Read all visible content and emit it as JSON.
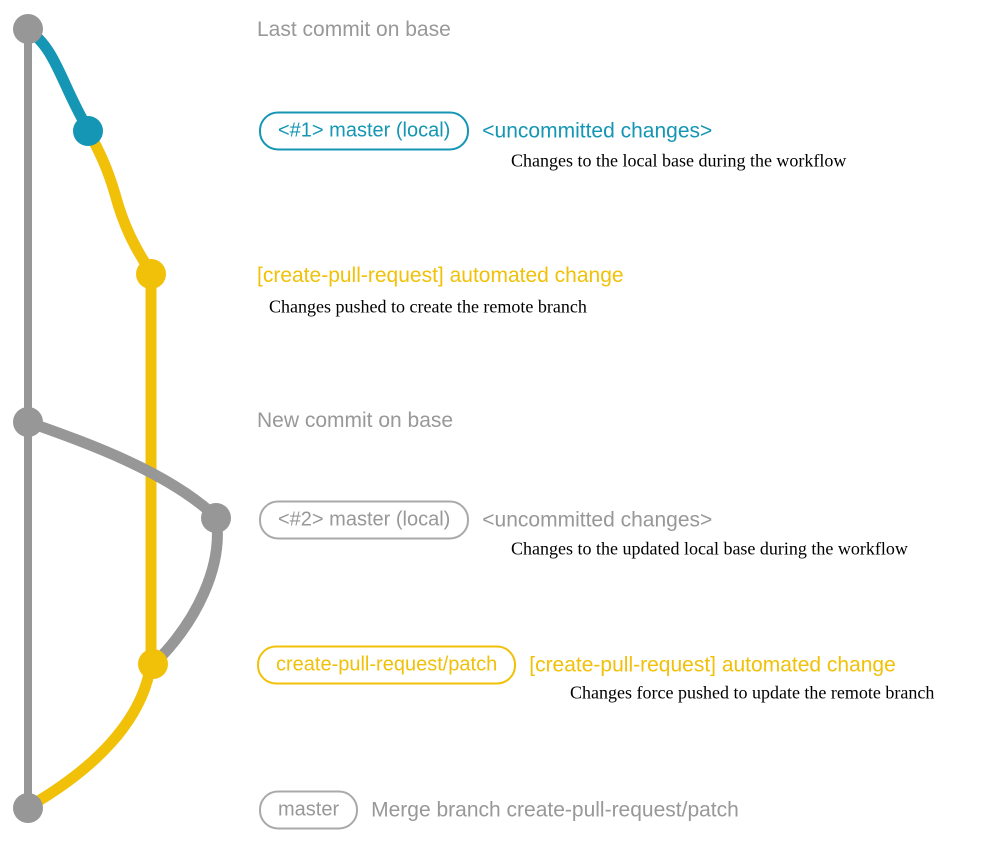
{
  "colors": {
    "gray": "#979797",
    "teal": "#1496b4",
    "yellow": "#f1c109",
    "description_text": "#000000",
    "background": "#ffffff"
  },
  "graph": {
    "description": "git commit graph with base branch (gray), local uncommitted changes (teal/gray) and create-pull-request/patch branch (yellow)",
    "nodes": [
      {
        "order": 1,
        "color_name": "gray",
        "label": "Last commit on base"
      },
      {
        "order": 2,
        "color_name": "teal",
        "label": "<#1> master (local) <uncommitted changes>"
      },
      {
        "order": 3,
        "color_name": "yellow",
        "label": "[create-pull-request] automated change"
      },
      {
        "order": 4,
        "color_name": "gray",
        "label": "New commit on base"
      },
      {
        "order": 5,
        "color_name": "gray",
        "label": "<#2> master (local) <uncommitted changes>"
      },
      {
        "order": 6,
        "color_name": "yellow",
        "label": "create-pull-request/patch [create-pull-request] automated change"
      },
      {
        "order": 7,
        "color_name": "gray",
        "label": "master Merge branch create-pull-request/patch"
      }
    ]
  },
  "annotations": {
    "row1": {
      "text": "Last commit on base"
    },
    "row2": {
      "badge": "<#1> master (local)",
      "note": "<uncommitted changes>",
      "desc": "Changes to the local base during the workflow"
    },
    "row3": {
      "heading": "[create-pull-request] automated change",
      "desc": "Changes pushed to create the remote branch"
    },
    "row4": {
      "text": "New commit on base"
    },
    "row5": {
      "badge": "<#2> master (local)",
      "note": "<uncommitted changes>",
      "desc": "Changes to the updated local base during the workflow"
    },
    "row6": {
      "badge": "create-pull-request/patch",
      "heading": "[create-pull-request] automated change",
      "desc": "Changes force pushed to update the remote branch"
    },
    "row7": {
      "badge": "master",
      "text": "Merge branch create-pull-request/patch"
    }
  }
}
